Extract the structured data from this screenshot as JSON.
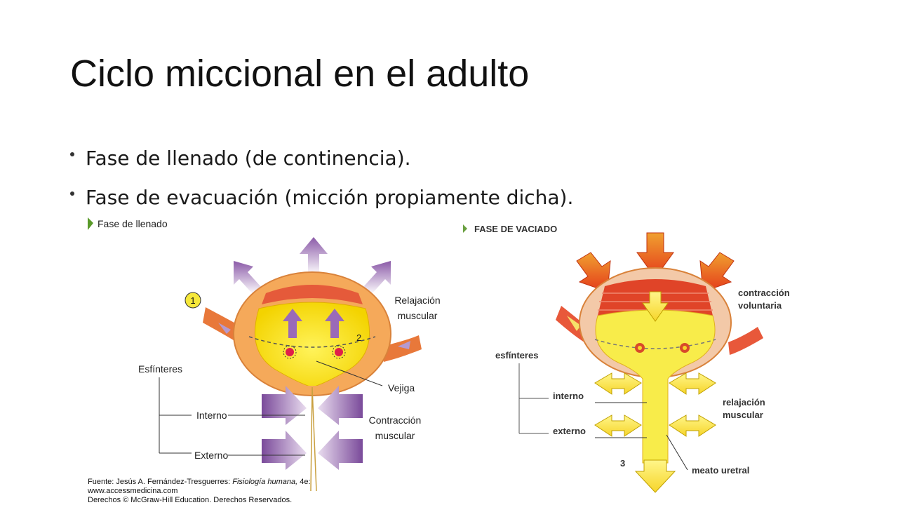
{
  "slide": {
    "title": "Ciclo miccional en el adulto",
    "bullets": [
      "Fase de llenado (de continencia).",
      "Fase de evacuación (micción propiamente dicha)."
    ]
  },
  "left_diagram": {
    "heading": "Fase de llenado",
    "step_number": "1",
    "sub_number": "2",
    "label_relajacion_1": "Relajación",
    "label_relajacion_2": "muscular",
    "label_esfinteres": "Esfínteres",
    "label_interno": "Interno",
    "label_externo": "Externo",
    "label_vejiga": "Vejiga",
    "label_contraccion_1": "Contracción",
    "label_contraccion_2": "muscular"
  },
  "right_diagram": {
    "heading": "FASE DE VACIADO",
    "step_number": "3",
    "label_contraccion_1": "contracción",
    "label_contraccion_2": "voluntaria",
    "label_esfinteres": "esfínteres",
    "label_interno": "interno",
    "label_externo": "externo",
    "label_relajacion_1": "relajación",
    "label_relajacion_2": "muscular",
    "label_meato": "meato uretral"
  },
  "source": {
    "prefix": "Fuente: Jesús A. Fernández-Tresguerres: ",
    "book": "Fisiología humana,",
    "edition": " 4e:",
    "url": "www.accessmedicina.com",
    "rights": "Derechos © McGraw-Hill Education. Derechos Reservados."
  }
}
